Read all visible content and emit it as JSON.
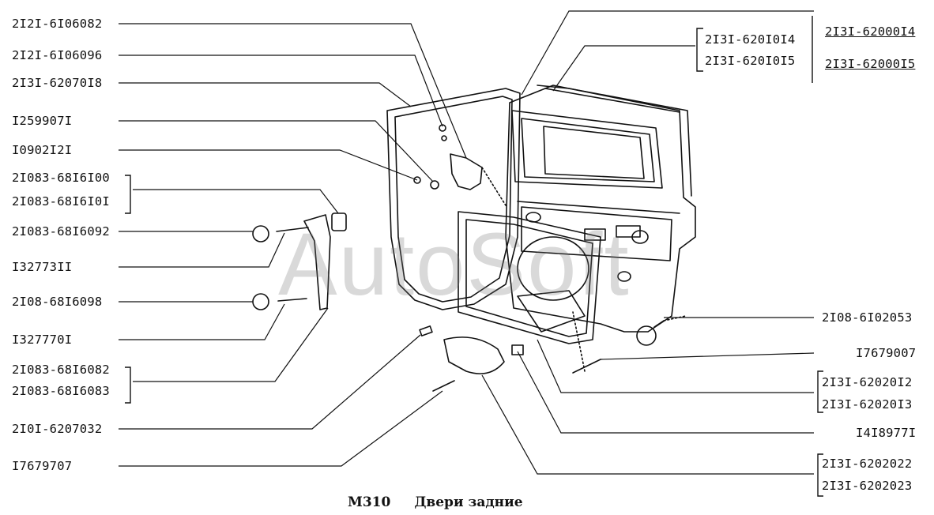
{
  "caption": {
    "code": "M310",
    "title": "Двери задние"
  },
  "watermark": "AutoSoft",
  "labels": {
    "l1": "2I2I-6I06082",
    "l2": "2I2I-6I06096",
    "l3": "2I3I-62070I8",
    "l4": "I259907I",
    "l5": "I0902I2I",
    "l6a": "2I083-68I6I00",
    "l6b": "2I083-68I6I0I",
    "l7": "2I083-68I6092",
    "l8": "I32773II",
    "l9": "2I08-68I6098",
    "l10": "I327770I",
    "l11a": "2I083-68I6082",
    "l11b": "2I083-68I6083",
    "l12": "2I0I-6207032",
    "l13": "I7679707",
    "r1a": "2I3I-620I0I4",
    "r1b": "2I3I-620I0I5",
    "r1c": "2I3I-62000I4",
    "r1d": "2I3I-62000I5",
    "r2": "2I08-6I02053",
    "r3": "I7679007",
    "r4a": "2I3I-62020I2",
    "r4b": "2I3I-62020I3",
    "r5": "I4I8977I",
    "r6a": "2I3I-6202022",
    "r6b": "2I3I-6202023"
  }
}
